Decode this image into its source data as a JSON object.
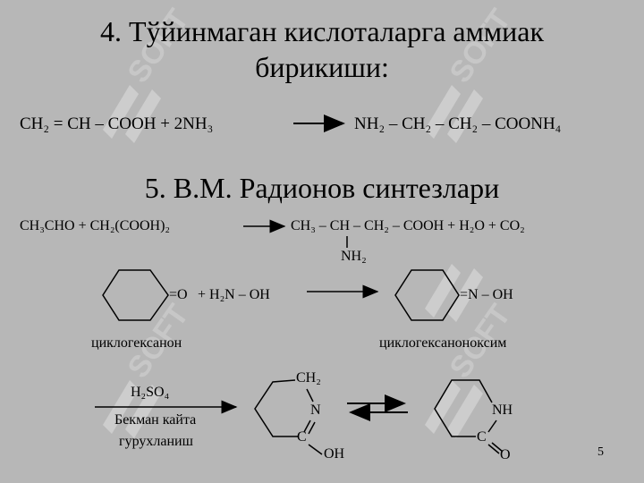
{
  "watermark": {
    "text": "SOFT",
    "color": "#cfcfcf"
  },
  "slide": {
    "background": "#b7b7b7",
    "page_number": "5"
  },
  "section4": {
    "title_line1": "4. Тўйинмаган кислоталарга аммиак",
    "title_line2": "бирикиши:",
    "eq_left": "CH₂ = CH – COOH + 2NH₃",
    "eq_right": "NH₂ – CH₂ – CH₂ – COONH₄"
  },
  "section5": {
    "title": "5. В.М. Радионов синтезлари",
    "eq1_left": "CH₃CHO + CH₂(COOH)₂",
    "eq1_right": "CH₃ – CH – CH₂ – COOH + H₂O + CO₂",
    "eq1_sub": "NH₂",
    "eq2_ring1_group": "=O",
    "eq2_reagent": "+ H₂N – OH",
    "eq2_ring2_group": "=N – OH",
    "label_cyclohexanone": "циклогексанон",
    "label_oxime": "циклогексаноноксим",
    "eq3_reagent": "H₂SO₄",
    "eq3_cond1": "Бекман кайта",
    "eq3_cond2": "гурухланиш",
    "ring3_ch2": "CH₂",
    "ring3_n": "N",
    "ring3_c": "C",
    "ring3_oh": "OH",
    "ring4_nh": "NH",
    "ring4_c": "C",
    "ring4_o": "O"
  }
}
